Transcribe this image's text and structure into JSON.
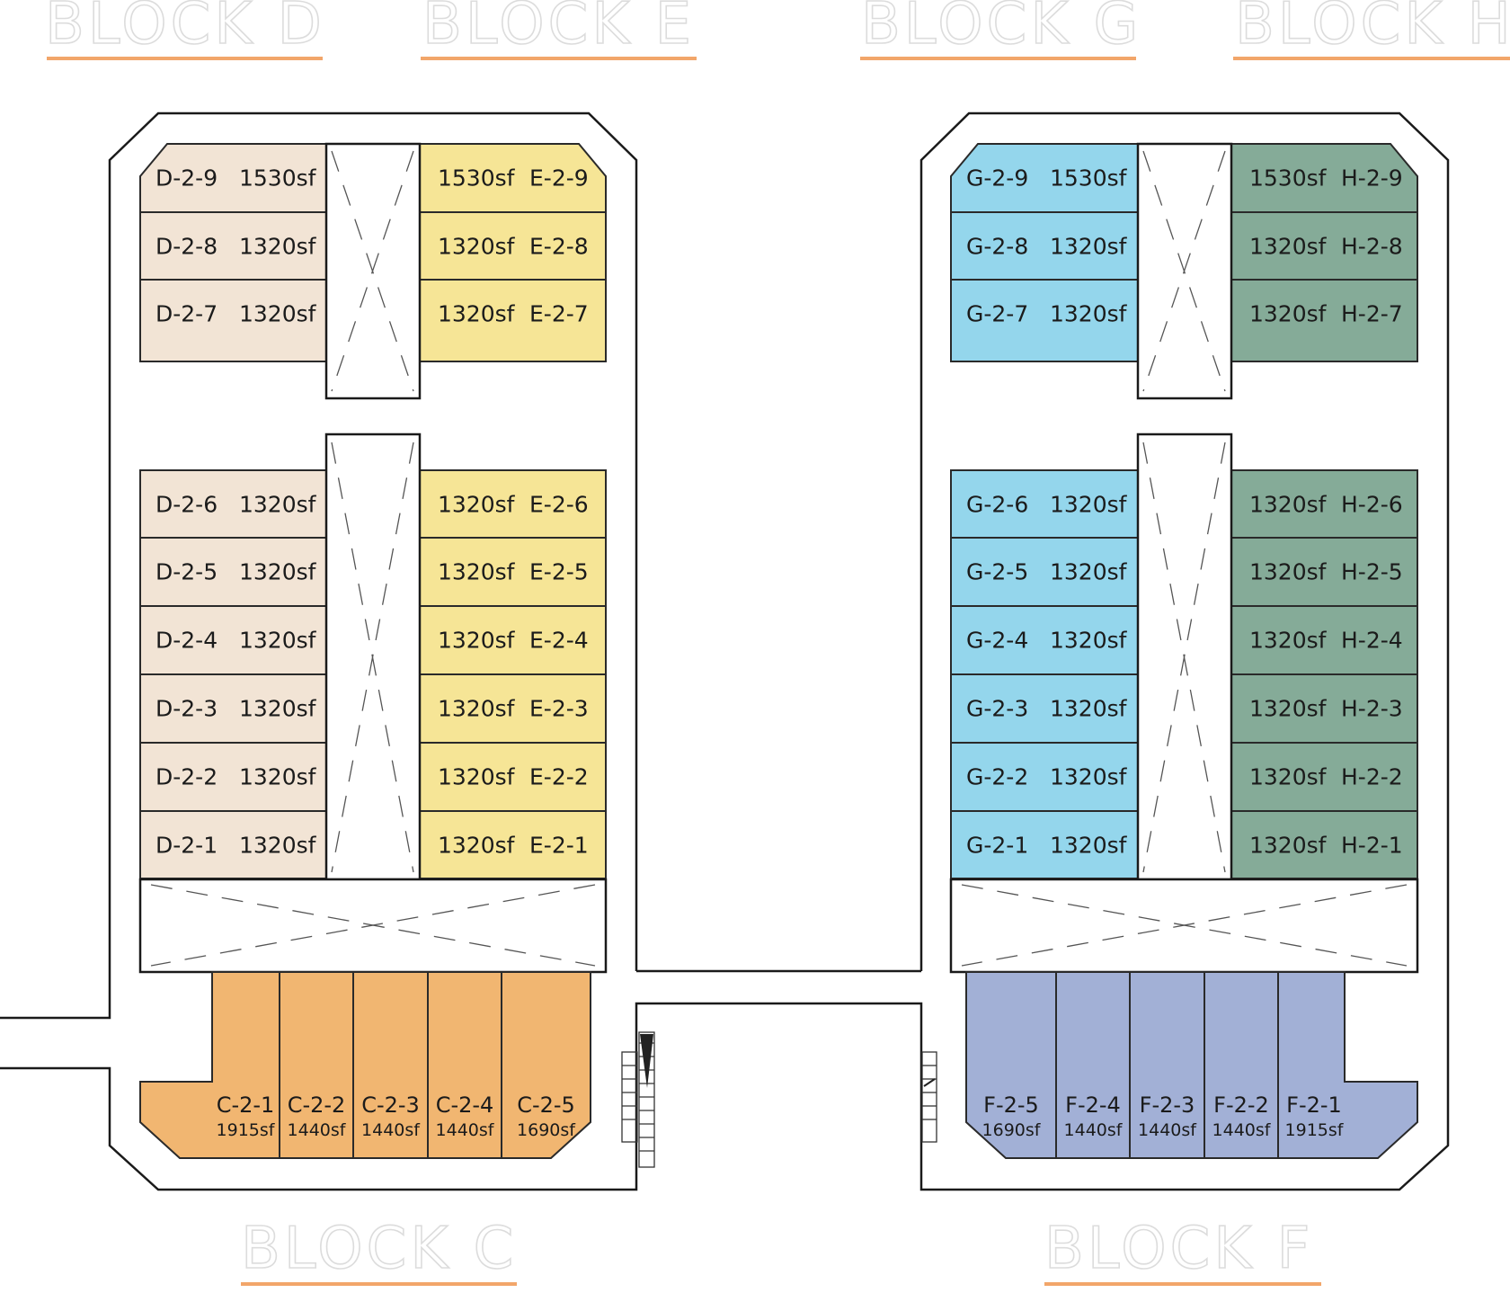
{
  "blocks": {
    "D": "BLOCK D",
    "E": "BLOCK E",
    "G": "BLOCK G",
    "H": "BLOCK H",
    "C": "BLOCK C",
    "F": "BLOCK F"
  },
  "colors": {
    "D": "#f2e4d5",
    "E": "#f6e596",
    "G": "#94d6ec",
    "H": "#85ab98",
    "C": "#f1b671",
    "F": "#a2b0d6",
    "underline": "#f2a66a"
  },
  "upper_left": [
    {
      "row": 9,
      "d": "D-2-9",
      "dsf": "1530sf",
      "esf": "1530sf",
      "e": "E-2-9"
    },
    {
      "row": 8,
      "d": "D-2-8",
      "dsf": "1320sf",
      "esf": "1320sf",
      "e": "E-2-8"
    },
    {
      "row": 7,
      "d": "D-2-7",
      "dsf": "1320sf",
      "esf": "1320sf",
      "e": "E-2-7"
    }
  ],
  "lower_left": [
    {
      "row": 6,
      "d": "D-2-6",
      "dsf": "1320sf",
      "esf": "1320sf",
      "e": "E-2-6"
    },
    {
      "row": 5,
      "d": "D-2-5",
      "dsf": "1320sf",
      "esf": "1320sf",
      "e": "E-2-5"
    },
    {
      "row": 4,
      "d": "D-2-4",
      "dsf": "1320sf",
      "esf": "1320sf",
      "e": "E-2-4"
    },
    {
      "row": 3,
      "d": "D-2-3",
      "dsf": "1320sf",
      "esf": "1320sf",
      "e": "E-2-3"
    },
    {
      "row": 2,
      "d": "D-2-2",
      "dsf": "1320sf",
      "esf": "1320sf",
      "e": "E-2-2"
    },
    {
      "row": 1,
      "d": "D-2-1",
      "dsf": "1320sf",
      "esf": "1320sf",
      "e": "E-2-1"
    }
  ],
  "upper_right": [
    {
      "row": 9,
      "g": "G-2-9",
      "gsf": "1530sf",
      "hsf": "1530sf",
      "h": "H-2-9"
    },
    {
      "row": 8,
      "g": "G-2-8",
      "gsf": "1320sf",
      "hsf": "1320sf",
      "h": "H-2-8"
    },
    {
      "row": 7,
      "g": "G-2-7",
      "gsf": "1320sf",
      "hsf": "1320sf",
      "h": "H-2-7"
    }
  ],
  "lower_right": [
    {
      "row": 6,
      "g": "G-2-6",
      "gsf": "1320sf",
      "hsf": "1320sf",
      "h": "H-2-6"
    },
    {
      "row": 5,
      "g": "G-2-5",
      "gsf": "1320sf",
      "hsf": "1320sf",
      "h": "H-2-5"
    },
    {
      "row": 4,
      "g": "G-2-4",
      "gsf": "1320sf",
      "hsf": "1320sf",
      "h": "H-2-4"
    },
    {
      "row": 3,
      "g": "G-2-3",
      "gsf": "1320sf",
      "hsf": "1320sf",
      "h": "H-2-3"
    },
    {
      "row": 2,
      "g": "G-2-2",
      "gsf": "1320sf",
      "hsf": "1320sf",
      "h": "H-2-2"
    },
    {
      "row": 1,
      "g": "G-2-1",
      "gsf": "1320sf",
      "hsf": "1320sf",
      "h": "H-2-1"
    }
  ],
  "block_c_units": [
    {
      "id": "C-2-1",
      "sf": "1915sf"
    },
    {
      "id": "C-2-2",
      "sf": "1440sf"
    },
    {
      "id": "C-2-3",
      "sf": "1440sf"
    },
    {
      "id": "C-2-4",
      "sf": "1440sf"
    },
    {
      "id": "C-2-5",
      "sf": "1690sf"
    }
  ],
  "block_f_units": [
    {
      "id": "F-2-5",
      "sf": "1690sf"
    },
    {
      "id": "F-2-4",
      "sf": "1440sf"
    },
    {
      "id": "F-2-3",
      "sf": "1440sf"
    },
    {
      "id": "F-2-2",
      "sf": "1440sf"
    },
    {
      "id": "F-2-1",
      "sf": "1915sf"
    }
  ]
}
